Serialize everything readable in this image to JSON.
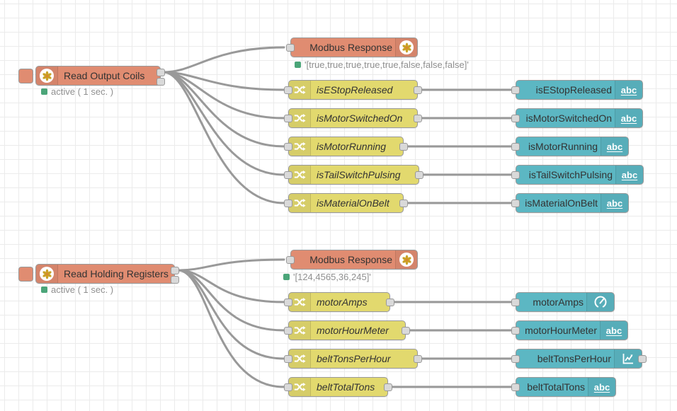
{
  "colors": {
    "modbus_node": "#E08C71",
    "change_node": "#E2D96E",
    "dashboard_node": "#5CB7C3",
    "wire": "#999999",
    "port_fill": "#D9D9D9",
    "status_green": "#4BA579",
    "status_text": "#8F8F8F",
    "icon_gold": "#C9A227"
  },
  "icons": {
    "abc_label": "abc"
  },
  "top_flow": {
    "trigger": {
      "label": "Read Output Coils",
      "status": "active ( 1 sec. )"
    },
    "response": {
      "label": "Modbus Response",
      "status": "'[true,true,true,true,true,false,false,false]'"
    },
    "change_nodes": [
      {
        "label": "isEStopReleased"
      },
      {
        "label": "isMotorSwitchedOn"
      },
      {
        "label": "isMotorRunning"
      },
      {
        "label": "isTailSwitchPulsing"
      },
      {
        "label": "isMaterialOnBelt"
      }
    ],
    "dashboard_nodes": [
      {
        "label": "isEStopReleased",
        "icon": "abc"
      },
      {
        "label": "isMotorSwitchedOn",
        "icon": "abc"
      },
      {
        "label": "isMotorRunning",
        "icon": "abc"
      },
      {
        "label": "isTailSwitchPulsing",
        "icon": "abc"
      },
      {
        "label": "isMaterialOnBelt",
        "icon": "abc"
      }
    ]
  },
  "bottom_flow": {
    "trigger": {
      "label": "Read Holding Registers",
      "status": "active ( 1 sec. )"
    },
    "response": {
      "label": "Modbus Response",
      "status": "'[124,4565,36,245]'"
    },
    "change_nodes": [
      {
        "label": "motorAmps"
      },
      {
        "label": "motorHourMeter"
      },
      {
        "label": "beltTonsPerHour"
      },
      {
        "label": "beltTotalTons"
      }
    ],
    "dashboard_nodes": [
      {
        "label": "motorAmps",
        "icon": "gauge"
      },
      {
        "label": "motorHourMeter",
        "icon": "abc"
      },
      {
        "label": "beltTonsPerHour",
        "icon": "chart"
      },
      {
        "label": "beltTotalTons",
        "icon": "abc"
      }
    ]
  }
}
